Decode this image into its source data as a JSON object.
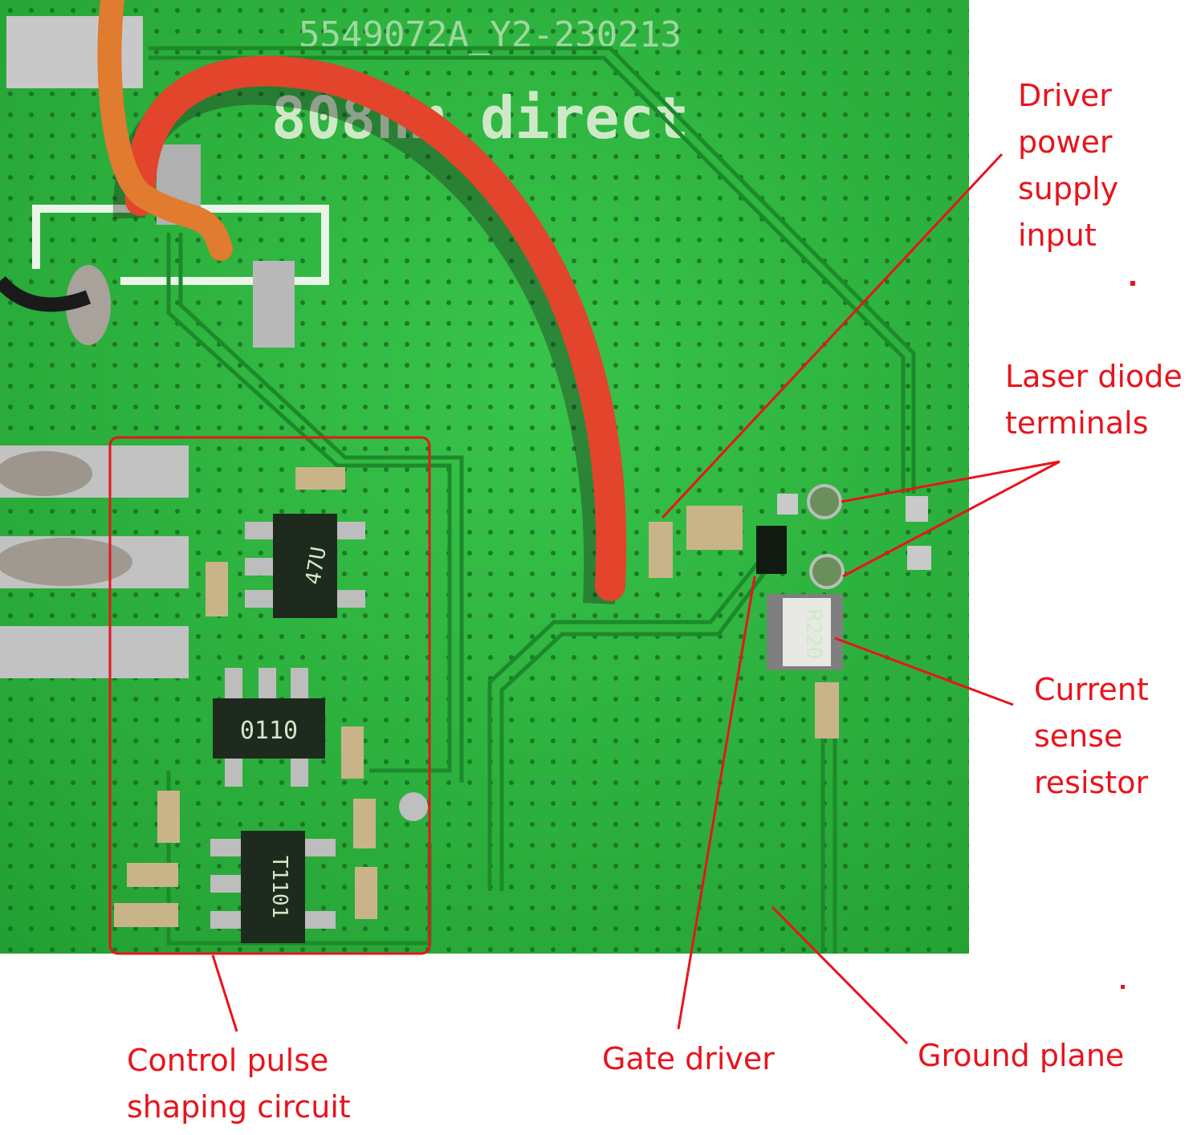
{
  "photo": {
    "silkscreen_code": "5549072A_Y2-230213",
    "silkscreen_title": "808nm direct",
    "resistor_marking": "R220",
    "chip_markings": [
      "47U",
      "0110",
      "T1101"
    ],
    "colors": {
      "board": "#2db33c",
      "board_dark": "#1f8a2c",
      "wire": "#e2452b",
      "annotation": "#e8141c",
      "pad": "#c8c8c8"
    }
  },
  "annotations": {
    "driver_power": {
      "lines": [
        "Driver",
        "power",
        "supply",
        "input"
      ]
    },
    "laser_diode": {
      "lines": [
        "Laser diode",
        "terminals"
      ]
    },
    "current_sense": {
      "lines": [
        "Current",
        "sense",
        "resistor"
      ]
    },
    "control_pulse": {
      "lines": [
        "Control pulse",
        "shaping circuit"
      ]
    },
    "gate_driver": {
      "lines": [
        "Gate driver"
      ]
    },
    "ground_plane": {
      "lines": [
        "Ground plane"
      ]
    }
  }
}
